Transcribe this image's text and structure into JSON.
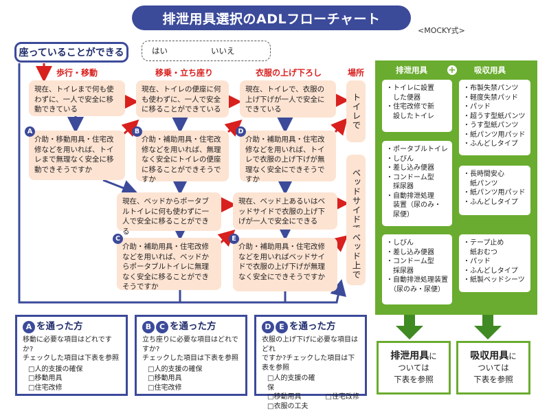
{
  "title": "排泄用具選択のADLフローチャート",
  "source_note": "<MOCKY式>",
  "start_label": "座っていることができる",
  "legend": {
    "yes": "はい",
    "no": "いいえ"
  },
  "columns": {
    "move": "歩行・移動",
    "transfer": "移乗・立ち座り",
    "clothes": "衣服の上げ下ろし",
    "place": "場所"
  },
  "boxes": {
    "q1": "現在、トイレまで何も使わずに、一人で安全に移動できている",
    "qA": "介助・移動用具・住宅改修などを用いれば、トイレまで無理なく安全に移動できそうですか",
    "q2": "現在、トイレの便座に何も使わずに、一人で安全に移ることができている",
    "qB": "介助・補助用具・住宅改修などを用いれば、無理なく安全にトイレの便座に移ることができそうですか",
    "q3": "現在、トイレで、衣服の上げ下げが一人で安全にできている",
    "qD": "介助・補助用具・住宅改修などを用いれば、トイレで衣服の上げ下げが無理なく安全にできそうですか",
    "q4": "現在、ベッドからポータブルトイレに何も使わずに一人で安全に移ることができる",
    "qC": "介助・補助用具・住宅改修などを用いれば、ベッドからポータブルトイレに無理なく安全に移ることができそうですか",
    "q5": "現在、ベッド上あるいはベッドサイドで衣服の上げ下げが一人で安全にできる",
    "qE": "介助・補助用具・住宅改修などを用いればベッドサイドで衣服の上げ下げが無理なく安全にできそうですか"
  },
  "places": {
    "toilet": "トイレで",
    "bedside": "ベッドサイドで",
    "bed": "ベッド上で"
  },
  "markers": {
    "A": "A",
    "B": "B",
    "C": "C",
    "D": "D",
    "E": "E"
  },
  "green_panel": {
    "head_left": "排泄用具",
    "plus": "+",
    "head_right": "吸収用具",
    "left": [
      [
        "・トイレに設置",
        "　した便器",
        "・住宅改修で新",
        "　設したトイレ"
      ],
      [
        "・ポータブルトイレ",
        "・しびん",
        "・差し込み便器",
        "・コンドーム型",
        "　採尿器",
        "・自動排泄処理",
        "　装置（尿のみ・",
        "　尿便）"
      ],
      [
        "・しびん",
        "・差し込み便器",
        "・コンドーム型",
        "　採尿器",
        "・自動排泄処理装置",
        "　（尿のみ・尿便）"
      ]
    ],
    "right": [
      [
        "・布製失禁パンツ",
        "・軽度失禁パッド",
        "・パッド",
        "・超うす型紙パンツ",
        "・うす型紙パンツ",
        "・紙パンツ用パッド",
        "・ふんどしタイプ"
      ],
      [
        "・長時間安心",
        "　紙パンツ",
        "・紙パンツ用パッド",
        "・ふんどしタイプ"
      ],
      [
        "・テープ止め",
        "　紙おむつ",
        "・パッド",
        "・ふんどしタイプ",
        "・紙製ベッドシーツ"
      ]
    ]
  },
  "refs": {
    "left": {
      "big": "排泄用具",
      "suffix": "に",
      "line2": "ついては",
      "line3": "下表を参照"
    },
    "right": {
      "big": "吸収用具",
      "suffix": "に",
      "line2": "ついては",
      "line3": "下表を参照"
    }
  },
  "passed": [
    {
      "letters": [
        "A"
      ],
      "suffix": "を通った方",
      "q1": "移動に必要な項目はどれですか?",
      "q2": "チェックした項目は下表を参照",
      "items": [
        "□人的支援の確保",
        "□移動用具",
        "□住宅改修"
      ]
    },
    {
      "letters": [
        "B",
        "C"
      ],
      "suffix": "を通った方",
      "q1": "立ち座りに必要な項目はどれですか?",
      "q2": "チェックした項目は下表を参照",
      "items": [
        "□人的支援の確保",
        "□移動用具",
        "□住宅改修"
      ]
    },
    {
      "letters": [
        "D",
        "E"
      ],
      "suffix": "を通った方",
      "q1": "衣服の上げ下げに必要な項目はどれ",
      "q2": "ですか?チェックした項目は下表を参照",
      "items": [
        "□人的支援の確保",
        "□移動用具",
        "□住宅改修",
        "□衣服の工夫"
      ]
    }
  ],
  "colors": {
    "navy": "#3c4a9a",
    "red": "#d8201e",
    "salmon": "#fde3d2",
    "green": "#6aac2f"
  }
}
